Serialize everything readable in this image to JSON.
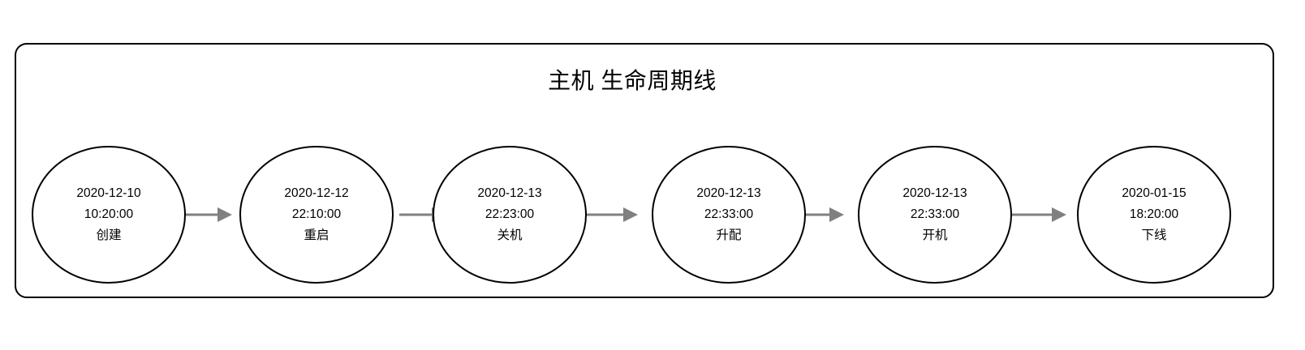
{
  "diagram": {
    "title": "主机 生命周期线",
    "frame": {
      "border_color": "#000000",
      "background": "#ffffff",
      "corner_radius": 15
    },
    "connector": {
      "color": "#808080",
      "style": "arrow"
    },
    "node_style": {
      "shape": "ellipse",
      "fill": "#ffffff",
      "stroke": "#000000",
      "text_color": "#000000"
    },
    "nodes": [
      {
        "date": "2020-12-10",
        "time": "10:20:00",
        "event": "创建"
      },
      {
        "date": "2020-12-12",
        "time": "22:10:00",
        "event": "重启"
      },
      {
        "date": "2020-12-13",
        "time": "22:23:00",
        "event": "关机"
      },
      {
        "date": "2020-12-13",
        "time": "22:33:00",
        "event": "升配"
      },
      {
        "date": "2020-12-13",
        "time": "22:33:00",
        "event": "开机"
      },
      {
        "date": "2020-01-15",
        "time": "18:20:00",
        "event": "下线"
      }
    ]
  }
}
